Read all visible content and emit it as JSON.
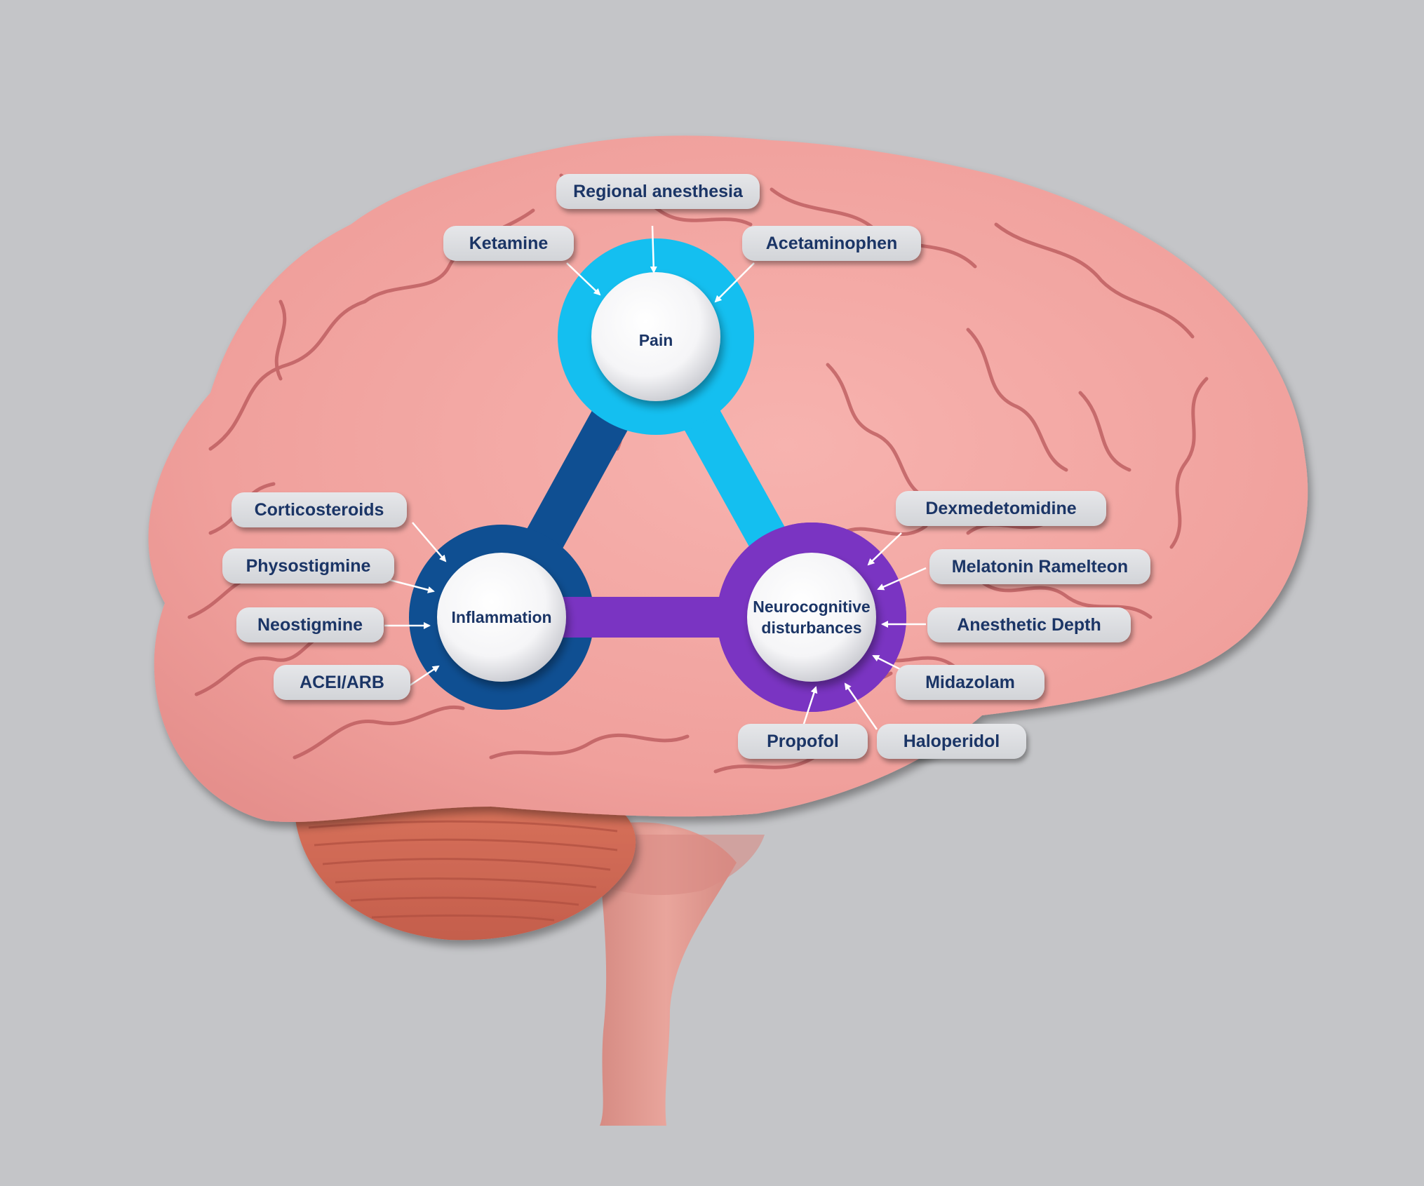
{
  "nodes": {
    "pain": {
      "label": "Pain"
    },
    "inflammation": {
      "label": "Inflammation"
    },
    "neuro": {
      "label": "Neurocognitive\ndisturbances"
    }
  },
  "colors": {
    "background": "#c4c5c8",
    "brain": "#f2a6a3",
    "pain_ring": "#14bff0",
    "inflammation_ring": "#0f4f92",
    "neuro_ring": "#7a34c2",
    "label_text": "#1b3566"
  },
  "interventions": {
    "regional_anesthesia": "Regional anesthesia",
    "ketamine": "Ketamine",
    "acetaminophen": "Acetaminophen",
    "corticosteroids": "Corticosteroids",
    "physostigmine": "Physostigmine",
    "neostigmine": "Neostigmine",
    "acei_arb": "ACEI/ARB",
    "dexmedetomidine": "Dexmedetomidine",
    "melatonin_ramelteon": "Melatonin Ramelteon",
    "anesthetic_depth": "Anesthetic Depth",
    "midazolam": "Midazolam",
    "propofol": "Propofol",
    "haloperidol": "Haloperidol"
  }
}
